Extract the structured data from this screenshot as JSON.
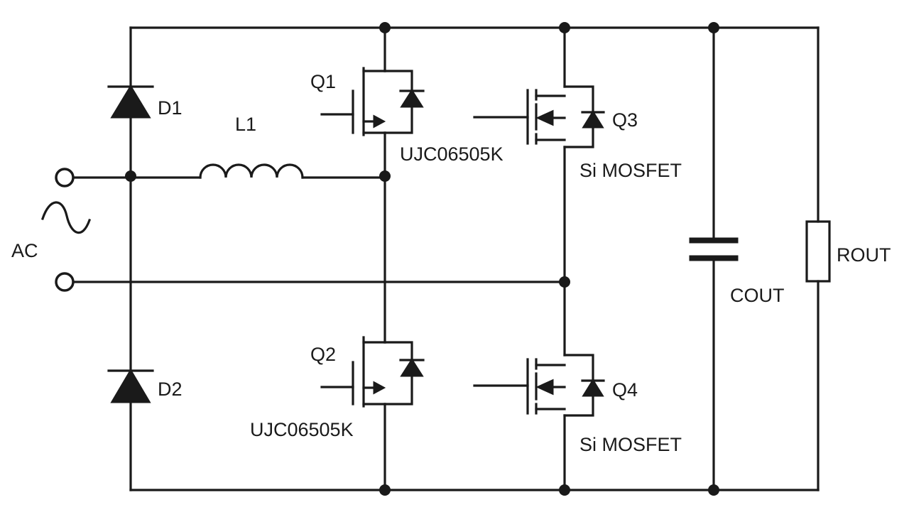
{
  "labels": {
    "d1": "D1",
    "d2": "D2",
    "l1": "L1",
    "q1": "Q1",
    "q2": "Q2",
    "q3": "Q3",
    "q4": "Q4",
    "q1_part": "UJC06505K",
    "q2_part": "UJC06505K",
    "q3_type": "Si MOSFET",
    "q4_type": "Si MOSFET",
    "ac": "AC",
    "cout": "COUT",
    "rout": "ROUT"
  },
  "colors": {
    "line": "#1a1a1a",
    "background": "#ffffff"
  }
}
